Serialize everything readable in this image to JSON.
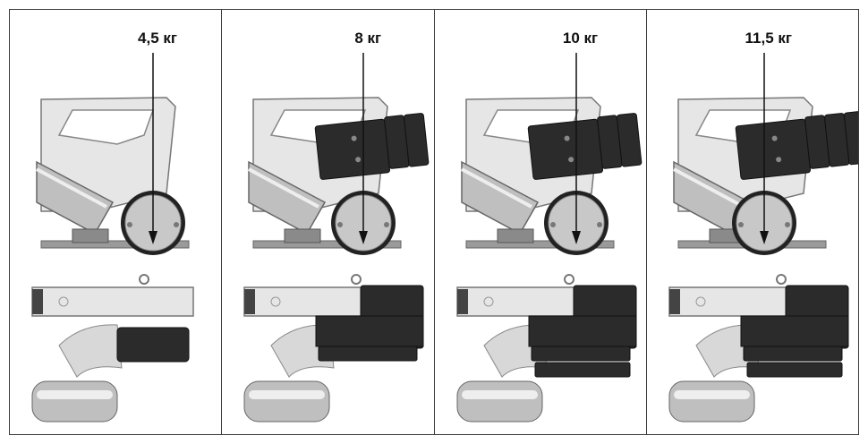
{
  "panels": [
    {
      "weight_label": "4,5 кг",
      "weight_kg": 4.5,
      "side_blocks": 0,
      "bottom_blocks": 0
    },
    {
      "weight_label": "8 кг",
      "weight_kg": 8,
      "side_blocks": 3,
      "bottom_blocks": 1
    },
    {
      "weight_label": "10 кг",
      "weight_kg": 10,
      "side_blocks": 3,
      "bottom_blocks": 2
    },
    {
      "weight_label": "11,5 кг",
      "weight_kg": 11.5,
      "side_blocks": 4,
      "bottom_blocks": 2
    }
  ],
  "colors": {
    "frame": "#3a3a3a",
    "weight_block": "#2b2b2b",
    "metal_light": "#e6e6e6",
    "metal_mid": "#bfbfbf",
    "roller": "#c8c8c8",
    "arrow": "#111111"
  }
}
